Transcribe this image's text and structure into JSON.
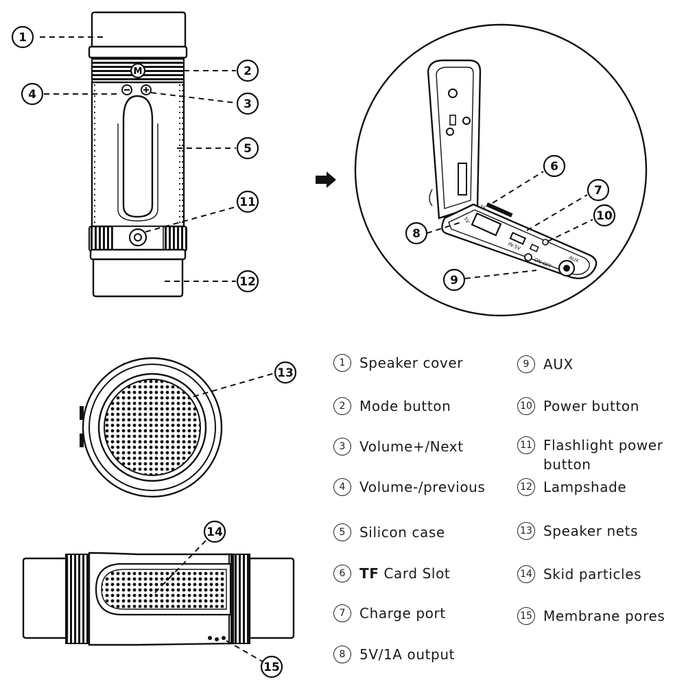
{
  "callouts": {
    "c1": "1",
    "c2": "2",
    "c3": "3",
    "c4": "4",
    "c5": "5",
    "c6": "6",
    "c7": "7",
    "c8": "8",
    "c9": "9",
    "c10": "10",
    "c11": "11",
    "c12": "12",
    "c13": "13",
    "c14": "14",
    "c15": "15"
  },
  "labels": {
    "tf": "TF",
    "v5": "5V",
    "in5v": "IN-5V",
    "onoff": "ON-OFF",
    "aux": "AUX"
  },
  "legend": [
    {
      "num": "1",
      "text": "Speaker cover"
    },
    {
      "num": "2",
      "text": "Mode button"
    },
    {
      "num": "3",
      "text": "Volume+/Next"
    },
    {
      "num": "4",
      "text": "Volume-/previous"
    },
    {
      "num": "5",
      "text": "Silicon case"
    },
    {
      "num": "6",
      "prefix": "TF",
      "text": " Card Slot"
    },
    {
      "num": "7",
      "text": "Charge port"
    },
    {
      "num": "8",
      "text": "5V/1A output"
    },
    {
      "num": "9",
      "text": "AUX"
    },
    {
      "num": "10",
      "text": "Power button"
    },
    {
      "num": "11",
      "text": "Flashlight power\nbutton"
    },
    {
      "num": "12",
      "text": "Lampshade"
    },
    {
      "num": "13",
      "text": "Speaker nets"
    },
    {
      "num": "14",
      "text": "Skid particles"
    },
    {
      "num": "15",
      "text": "Membrane pores"
    }
  ]
}
